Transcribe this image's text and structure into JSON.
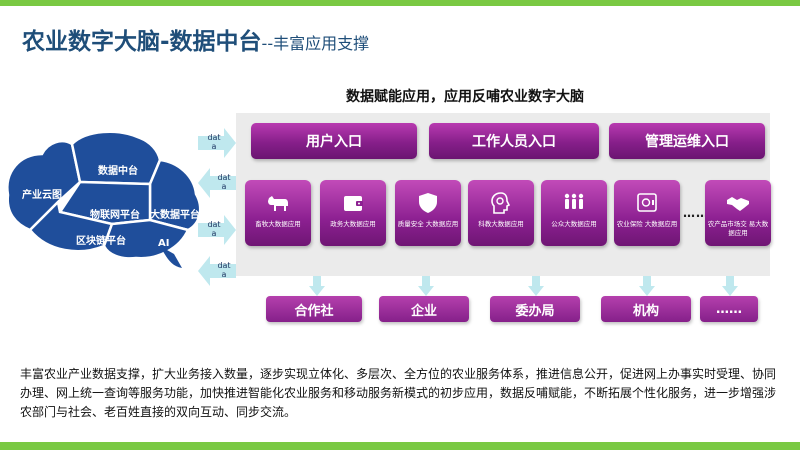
{
  "title": {
    "main": "农业数字大脑-数据中台",
    "sub": "--丰富应用支撑"
  },
  "brain": {
    "labels": [
      "产业云图",
      "数据中台",
      "物联网平台",
      "大数据平台",
      "区块链平台",
      "AI"
    ],
    "color": "#1f4e9b"
  },
  "data_arrows": {
    "labels": [
      "dat a",
      "dat a",
      "dat a",
      "dat a"
    ]
  },
  "panel": {
    "title": "数据赋能应用，应用反哺农业数字大脑"
  },
  "entries": [
    "用户入口",
    "工作人员入口",
    "管理运维入口"
  ],
  "apps": [
    {
      "label": "畜牧大数据应用",
      "icon": "cow-icon"
    },
    {
      "label": "政务大数据应用",
      "icon": "wallet-icon"
    },
    {
      "label": "质量安全 大数据应用",
      "icon": "shield-icon"
    },
    {
      "label": "科教大数据应用",
      "icon": "brain-head-icon"
    },
    {
      "label": "公众大数据应用",
      "icon": "people-icon"
    },
    {
      "label": "农业保险 大数据应用",
      "icon": "safe-icon"
    },
    {
      "label": "农产品市场交 易大数据应用",
      "icon": "handshake-icon"
    }
  ],
  "dots": "……",
  "targets": [
    "合作社",
    "企业",
    "委办局",
    "机构",
    "……"
  ],
  "description": "丰富农业产业数据支撑，扩大业务接入数量，逐步实现立体化、多层次、全方位的农业服务体系，推进信息公开，促进网上办事实时受理、协同办理、网上统一查询等服务功能，加快推进智能化农业服务和移动服务新模式的初步应用，数据反哺赋能，不断拓展个性化服务，进一步增强涉农部门与社会、老百姓直接的双向互动、同步交流。",
  "colors": {
    "accent_green": "#7ac943",
    "title_blue": "#1f4e79",
    "purple": "#861f8a",
    "arrow_cyan": "#bfe8ee"
  }
}
